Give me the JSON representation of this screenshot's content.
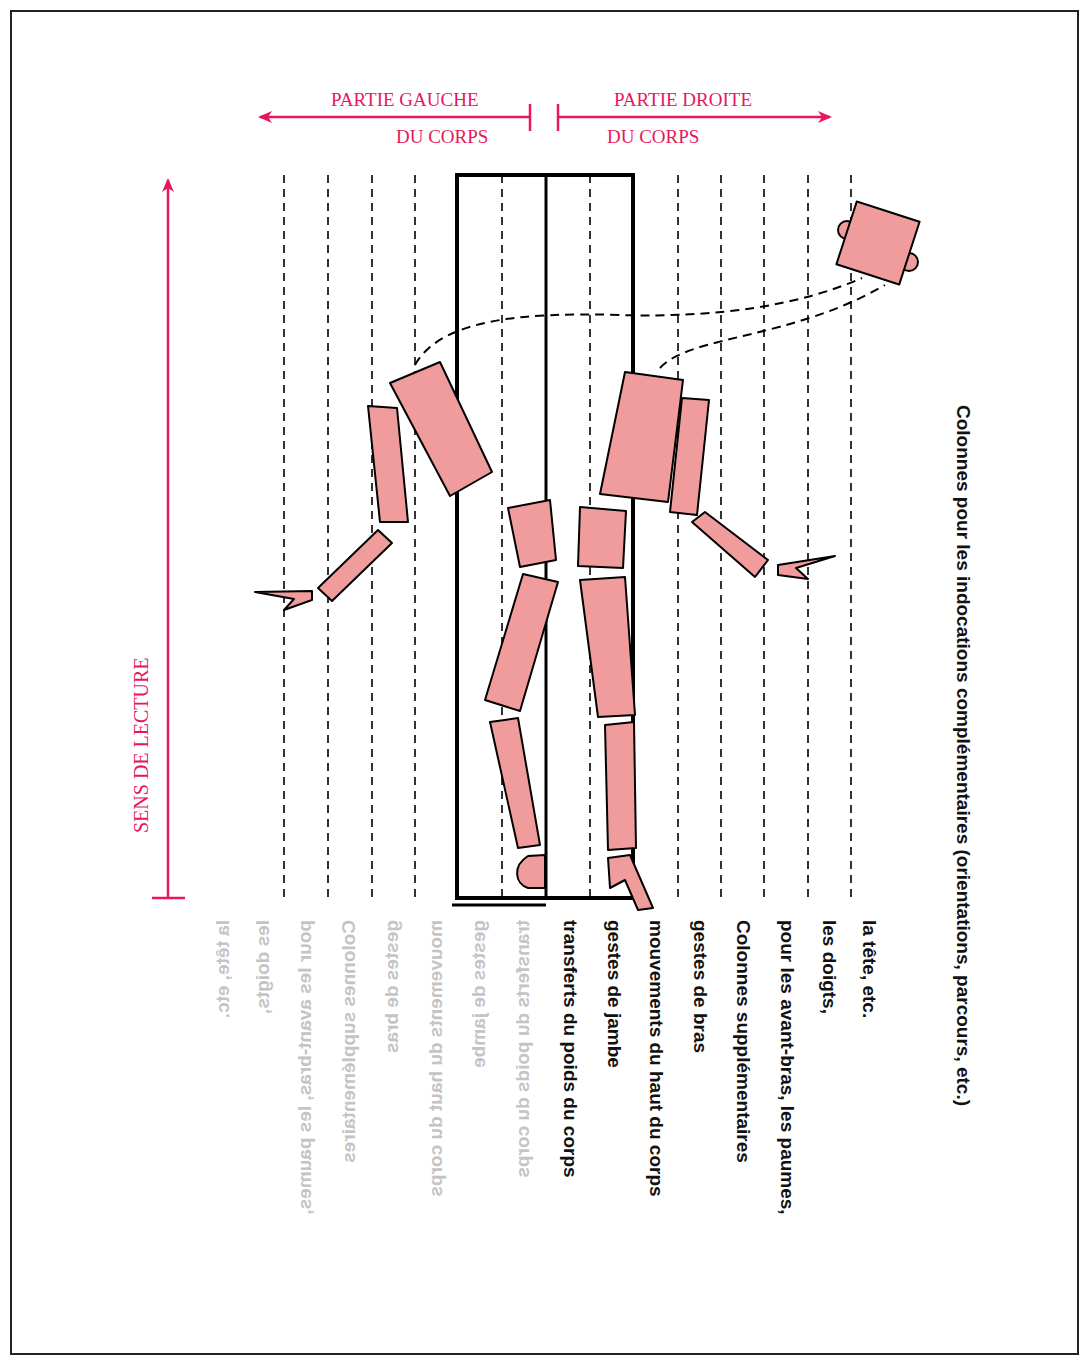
{
  "diagram": {
    "labels": [
      "PARTIE GAUCHE",
      "DU CORPS",
      "PARTIE DROITE",
      "DU CORPS",
      "SENS DE LECTURE",
      "transferts du poids du corps",
      "gestes de jambe",
      "mouvements du haut du corps",
      "gestes de bras",
      "Colonnes supplémentaires",
      "pour les avant-bras, les paumes,",
      "les doigts,",
      "la tête, etc.",
      "Colonnes pour les indocations complémentaires (orientations, parcours, etc.)",
      "transferts du poids du corps",
      "gestes de jambe",
      "mouvements du haut du corps",
      "gestes de bras",
      "Colonnes supplémentaires",
      "pour les avant-bras, les paumes,",
      "les doigts,",
      "la tête, etc."
    ]
  }
}
